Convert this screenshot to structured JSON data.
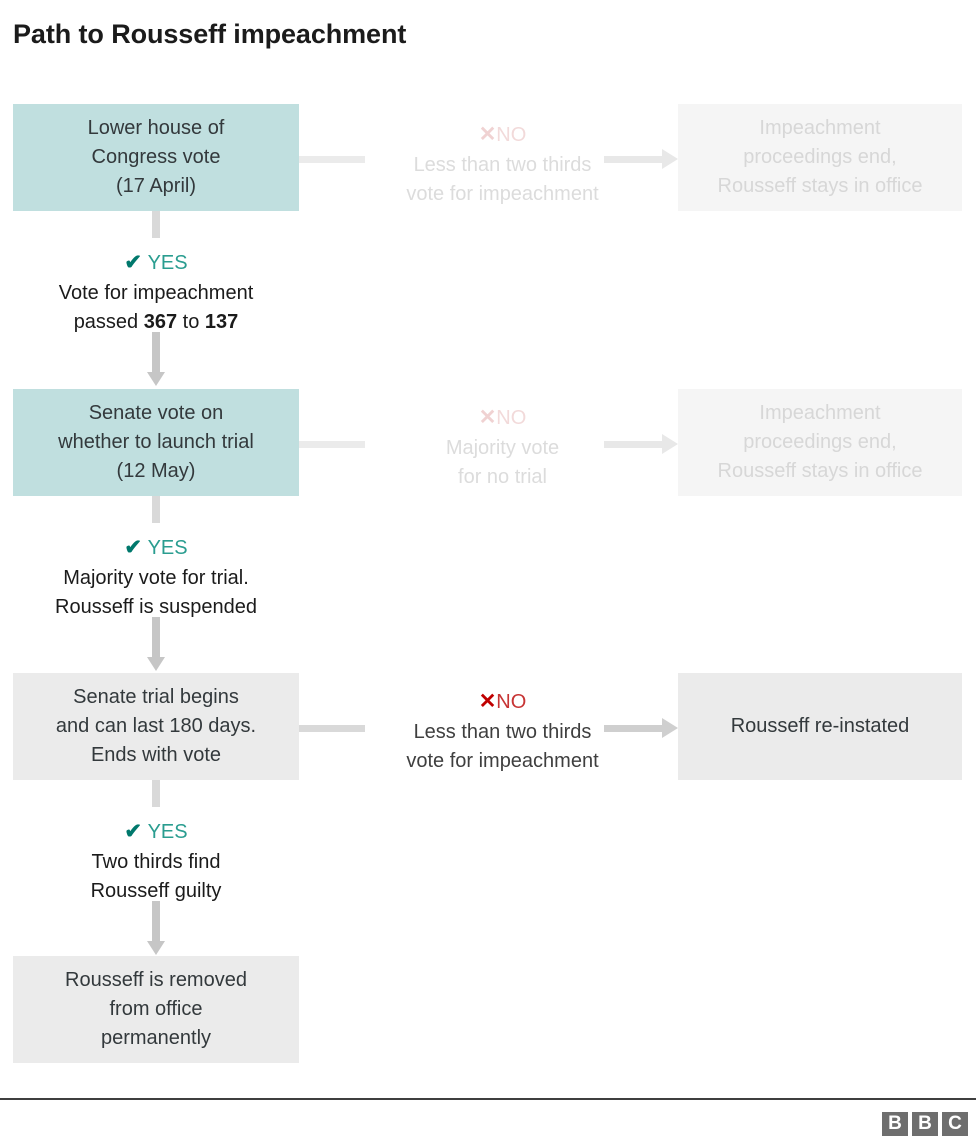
{
  "title": "Path to Rousseff impeachment",
  "nodes": {
    "lower_house": "Lower house of\nCongress vote\n(17 April)",
    "end_1": "Impeachment\nproceedings end,\nRousseff stays in office",
    "senate_launch": "Senate vote on\nwhether to launch trial\n(12 May)",
    "end_2": "Impeachment\nproceedings end,\nRousseff stays in office",
    "senate_trial": "Senate trial begins\nand can last 180 days.\nEnds with vote",
    "reinstated": "Rousseff re-instated",
    "removed": "Rousseff is removed\nfrom office\npermanently"
  },
  "branches": {
    "no_1": {
      "mark": "✕",
      "word": "NO",
      "detail": "Less than two thirds\nvote for impeachment"
    },
    "yes_1": {
      "mark": "✔",
      "word": "YES",
      "line1": "Vote for impeachment",
      "line2_pre": "passed ",
      "num_for": "367",
      "line2_mid": " to ",
      "num_against": "137"
    },
    "no_2": {
      "mark": "✕",
      "word": "NO",
      "detail": "Majority vote\nfor no trial"
    },
    "yes_2": {
      "mark": "✔",
      "word": "YES",
      "detail": "Majority vote for trial.\nRousseff is suspended"
    },
    "no_3": {
      "mark": "✕",
      "word": "NO",
      "detail": "Less than two thirds\nvote for impeachment"
    },
    "yes_3": {
      "mark": "✔",
      "word": "YES",
      "detail": "Two thirds find\nRousseff guilty"
    }
  },
  "footer": {
    "logo_b1": "B",
    "logo_b2": "B",
    "logo_c": "C"
  },
  "colors": {
    "teal_box": "#c0dfdf",
    "grey_box": "#ebebeb",
    "faded_box": "#f5f5f5",
    "yes_mark": "#00786c",
    "yes_word": "#2a9d90",
    "no_mark": "#c00000",
    "no_word": "#c73434",
    "connector": "#cfcfcf",
    "text": "#33393c"
  }
}
